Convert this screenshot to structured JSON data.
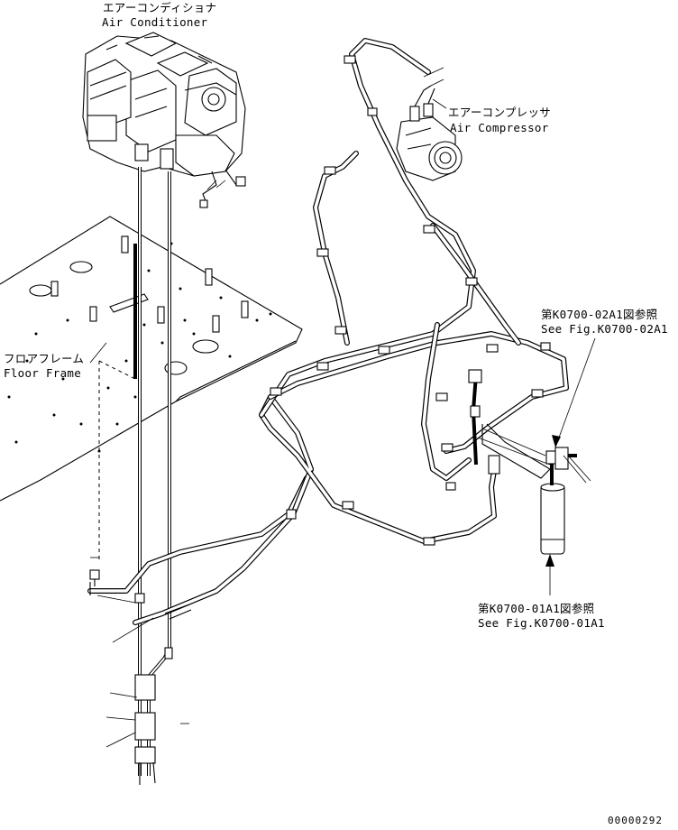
{
  "labels": {
    "air_conditioner_jp": "エアーコンディショナ",
    "air_conditioner_en": "Air Conditioner",
    "air_compressor_jp": "エアーコンプレッサ",
    "air_compressor_en": "Air Compressor",
    "floor_frame_jp": "フロアフレーム",
    "floor_frame_en": "Floor Frame",
    "ref_02a1_jp": "第K0700-02A1図参照",
    "ref_02a1_en": "See Fig.K0700-02A1",
    "ref_01a1_jp": "第K0700-01A1図参照",
    "ref_01a1_en": "See Fig.K0700-01A1"
  },
  "drawing_number": "00000292"
}
